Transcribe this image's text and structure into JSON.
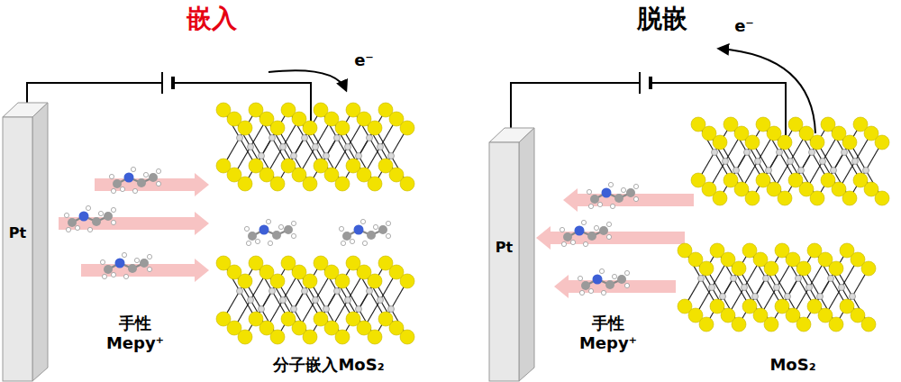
{
  "diagram": {
    "nodes": [
      {
        "text": [
          "Pt"
        ]
      },
      {
        "text": [
          "Pt"
        ]
      }
    ],
    "labels": [
      "嵌入",
      "e⁻",
      "手性 Mepy⁺",
      "分子嵌入MoS₂",
      "脱嵌",
      "e⁻",
      "手性 Mepy⁺",
      "MoS₂"
    ]
  }
}
